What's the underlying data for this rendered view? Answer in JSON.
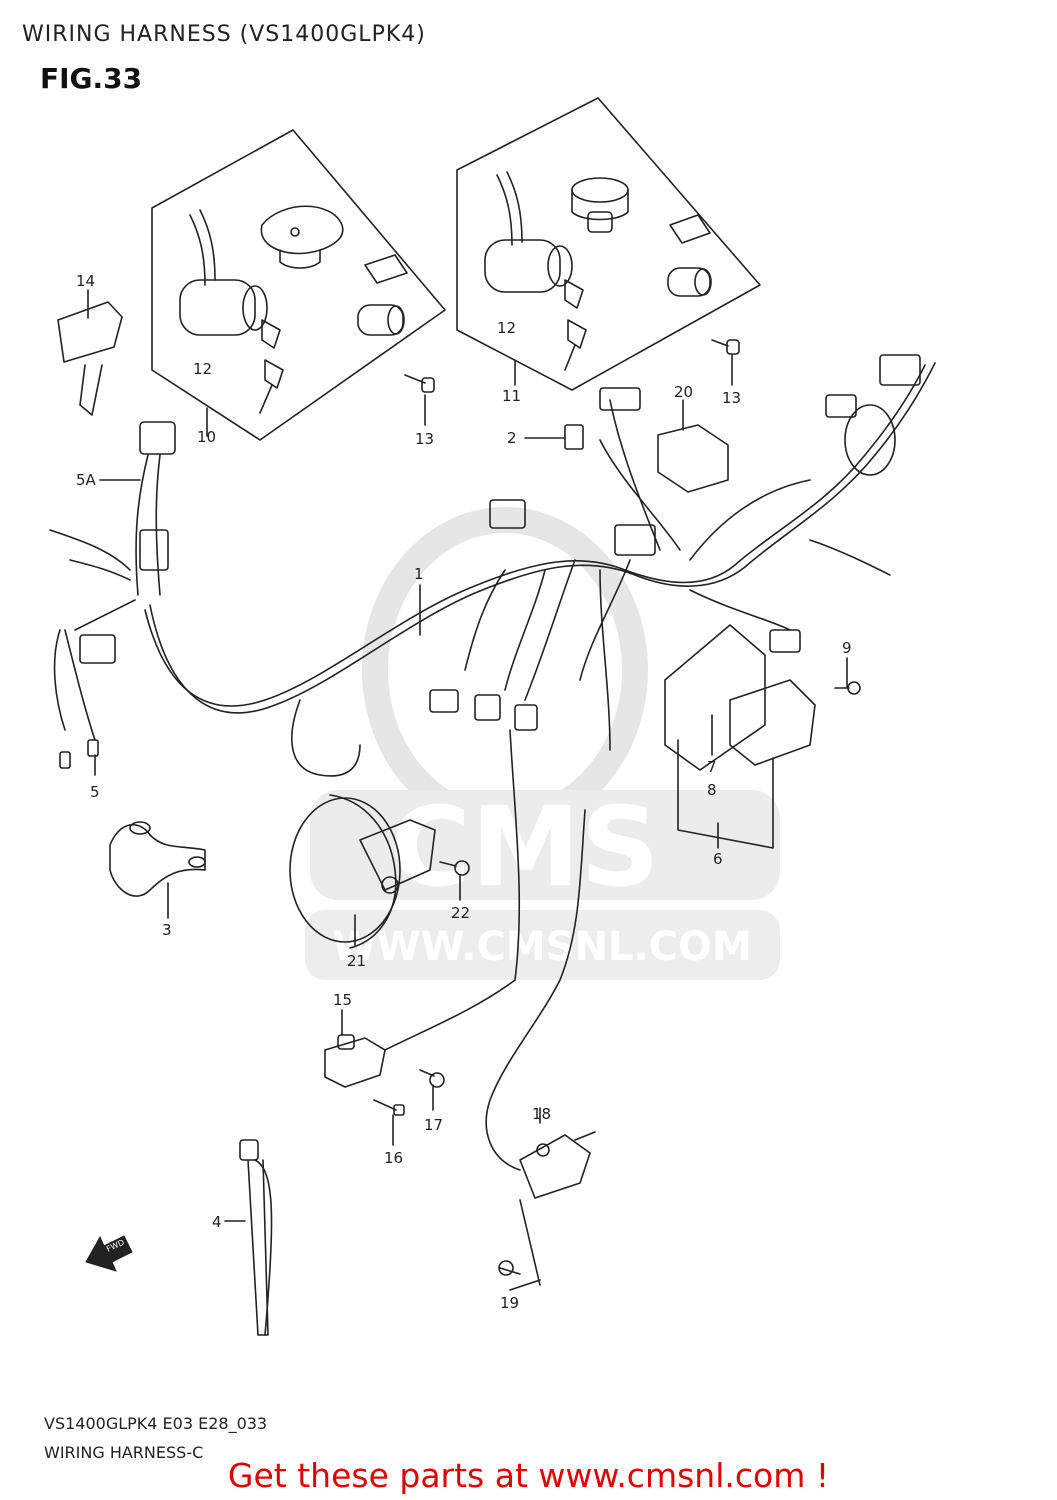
{
  "header": {
    "title": "WIRING HARNESS (VS1400GLPK4)",
    "figure": "FIG.33"
  },
  "watermark": {
    "brand": "CMS",
    "url": "WWW.CMSNL.COM"
  },
  "direction_marker": "FWD",
  "callouts": [
    "14",
    "12",
    "10",
    "13",
    "12",
    "11",
    "20",
    "13",
    "2",
    "5A",
    "1",
    "9",
    "5",
    "7",
    "8",
    "6",
    "3",
    "22",
    "21",
    "15",
    "17",
    "16",
    "18",
    "4",
    "19"
  ],
  "footer": {
    "code": "VS1400GLPK4 E03 E28_033",
    "name": "WIRING HARNESS-C",
    "promo": "Get these parts at www.cmsnl.com !"
  },
  "colors": {
    "line": "#222222",
    "promo": "#e00000",
    "watermark": "#e4e4e4"
  }
}
